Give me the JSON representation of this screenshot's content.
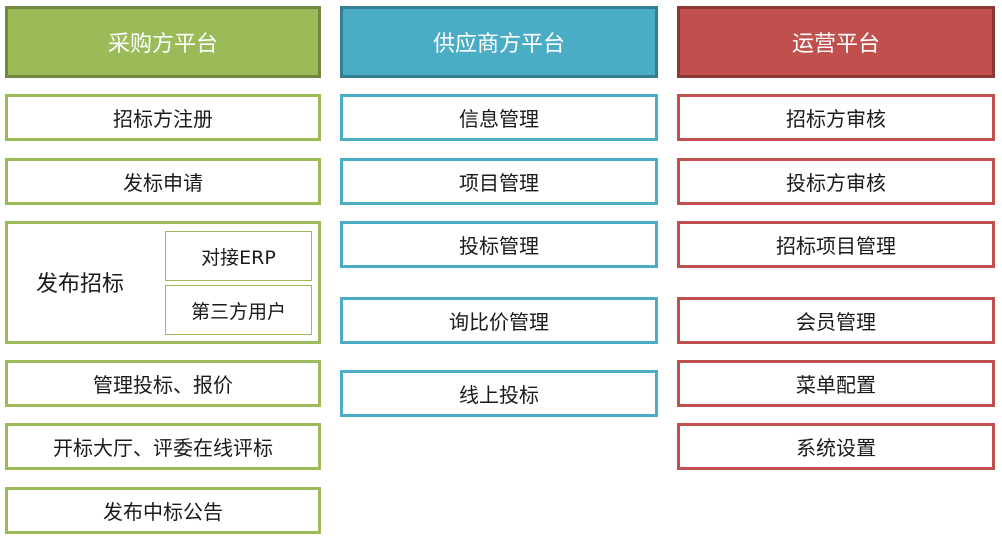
{
  "columns": {
    "buyer": {
      "title": "采购方平台",
      "items": [
        "招标方注册",
        "发标申请"
      ],
      "publish": {
        "label": "发布招标",
        "subs": [
          "对接ERP",
          "第三方用户"
        ]
      },
      "items_after": [
        "管理投标、报价",
        "开标大厅、评委在线评标",
        "发布中标公告"
      ]
    },
    "supplier": {
      "title": "供应商方平台",
      "items": [
        "信息管理",
        "项目管理",
        "投标管理",
        "询比价管理",
        "线上投标"
      ]
    },
    "operation": {
      "title": "运营平台",
      "items": [
        "招标方审核",
        "投标方审核",
        "招标项目管理",
        "会员管理",
        "菜单配置",
        "系统设置"
      ]
    }
  },
  "colors": {
    "green": "#9bbb59",
    "blue": "#4bacc6",
    "red": "#c0504d"
  }
}
